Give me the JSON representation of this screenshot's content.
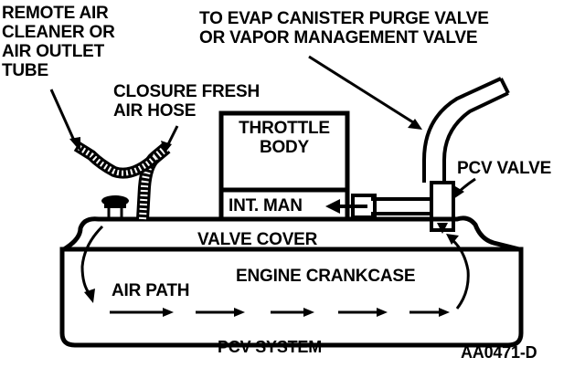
{
  "labels": {
    "remote_air_cleaner": "REMOTE AIR\nCLEANER OR\nAIR OUTLET\nTUBE",
    "closure_fresh_air_hose": "CLOSURE FRESH\nAIR HOSE",
    "to_evap_canister": "TO EVAP CANISTER PURGE VALVE\nOR VAPOR MANAGEMENT VALVE",
    "throttle_body": "THROTTLE\nBODY",
    "pcv_valve": "PCV VALVE",
    "int_man": "INT. MAN",
    "valve_cover": "VALVE COVER",
    "air_path": "AIR PATH",
    "engine_crankcase": "ENGINE CRANKCASE",
    "caption": "PCV SYSTEM",
    "figure_id": "AA0471-D"
  },
  "colors": {
    "ink": "#000000",
    "paper": "#ffffff"
  }
}
